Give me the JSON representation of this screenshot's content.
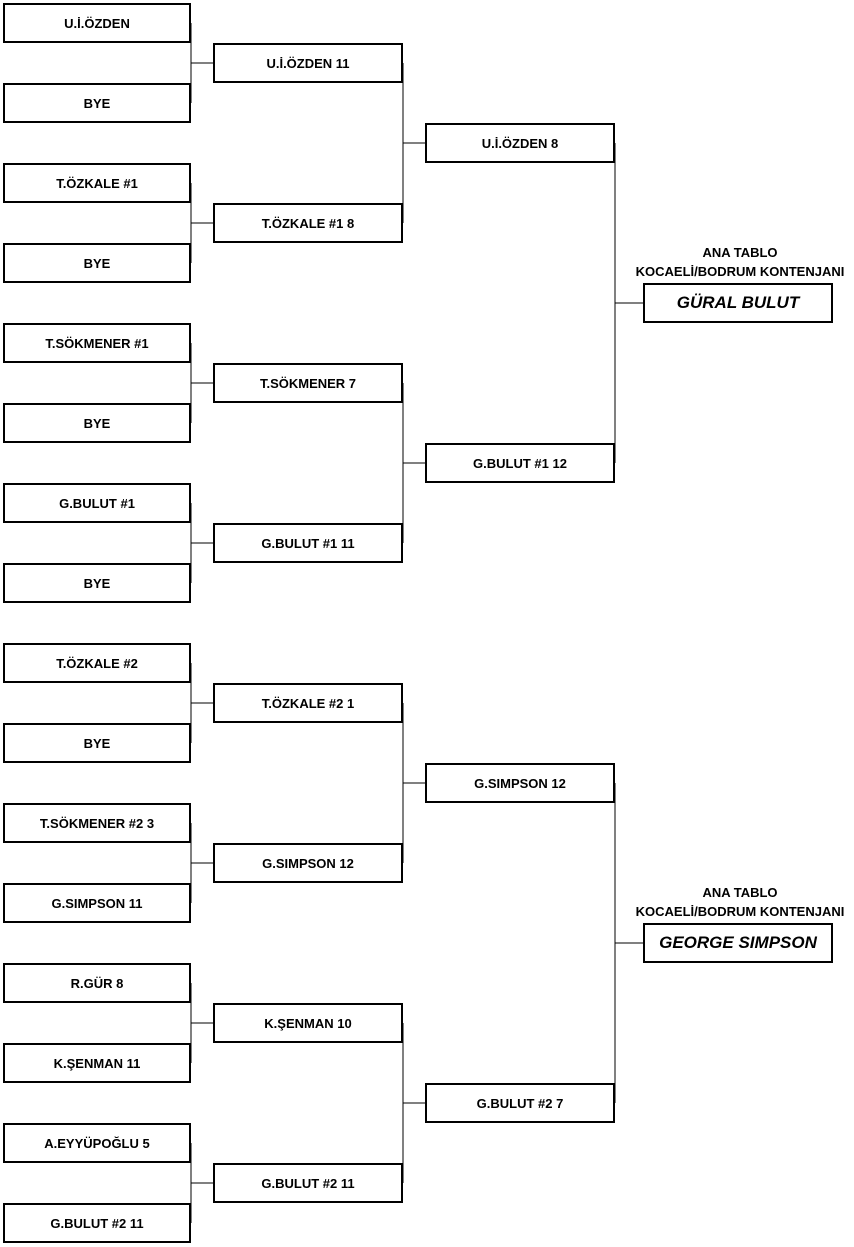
{
  "brackets": [
    {
      "round1": [
        "U.İ.ÖZDEN",
        "BYE",
        "T.ÖZKALE #1",
        "BYE",
        "T.SÖKMENER #1",
        "BYE",
        "G.BULUT #1",
        "BYE"
      ],
      "round2": [
        "U.İ.ÖZDEN  11",
        "T.ÖZKALE #1  8",
        "T.SÖKMENER  7",
        "G.BULUT #1  11"
      ],
      "round3": [
        "U.İ.ÖZDEN  8",
        "G.BULUT #1  12"
      ],
      "caption_line1": "ANA TABLO",
      "caption_line2": "KOCAELİ/BODRUM KONTENJANI",
      "winner": "GÜRAL BULUT"
    },
    {
      "round1": [
        "T.ÖZKALE #2",
        "BYE",
        "T.SÖKMENER #2  3",
        "G.SIMPSON  11",
        "R.GÜR  8",
        "K.ŞENMAN  11",
        "A.EYYÜPOĞLU  5",
        "G.BULUT #2  11"
      ],
      "round2": [
        "T.ÖZKALE #2  1",
        "G.SIMPSON  12",
        "K.ŞENMAN  10",
        "G.BULUT #2  11"
      ],
      "round3": [
        "G.SIMPSON  12",
        "G.BULUT #2  7"
      ],
      "caption_line1": "ANA TABLO",
      "caption_line2": "KOCAELİ/BODRUM KONTENJANI",
      "winner": "GEORGE SIMPSON"
    }
  ]
}
